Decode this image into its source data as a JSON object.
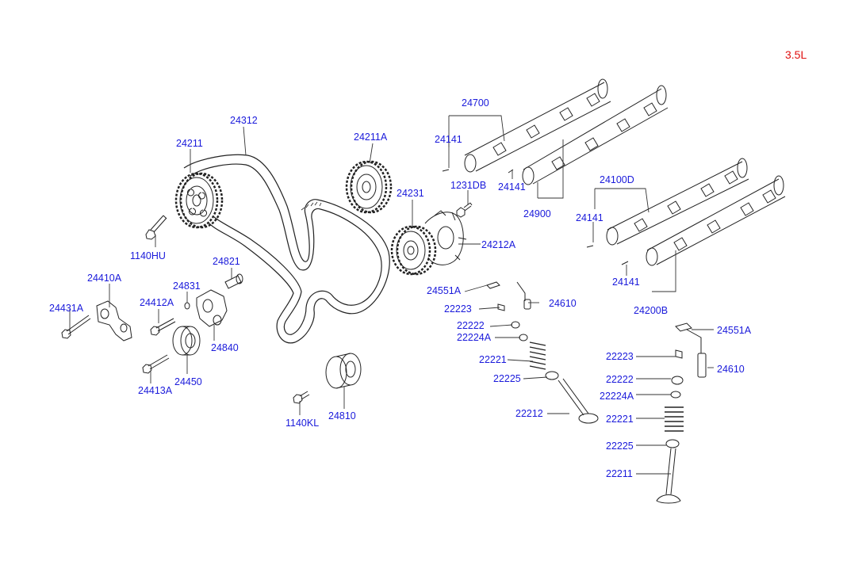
{
  "engine_label": "3.5L",
  "colors": {
    "label": "#1a1adb",
    "engine": "#e01010",
    "line": "#222222"
  },
  "callouts": {
    "c24312": "24312",
    "c24211": "24211",
    "c24211A": "24211A",
    "c24231": "24231",
    "c24212A": "24212A",
    "c1231DB": "1231DB",
    "c24700": "24700",
    "c24141_a": "24141",
    "c24141_b": "24141",
    "c24900": "24900",
    "c24100D": "24100D",
    "c24141_c": "24141",
    "c24141_d": "24141",
    "c24200B": "24200B",
    "c1140HU": "1140HU",
    "c24821": "24821",
    "c24410A": "24410A",
    "c24831": "24831",
    "c24412A": "24412A",
    "c24431A": "24431A",
    "c24840": "24840",
    "c24450": "24450",
    "c24413A": "24413A",
    "c24551A_a": "24551A",
    "c24610_a": "24610",
    "c22223_a": "22223",
    "c22222_a": "22222",
    "c22224A_a": "22224A",
    "c22221_a": "22221",
    "c22225_a": "22225",
    "c22212": "22212",
    "c1140KL": "1140KL",
    "c24810": "24810",
    "c24551A_b": "24551A",
    "c24610_b": "24610",
    "c22223_b": "22223",
    "c22222_b": "22222",
    "c22224A_b": "22224A",
    "c22221_b": "22221",
    "c22225_b": "22225",
    "c22211": "22211"
  }
}
